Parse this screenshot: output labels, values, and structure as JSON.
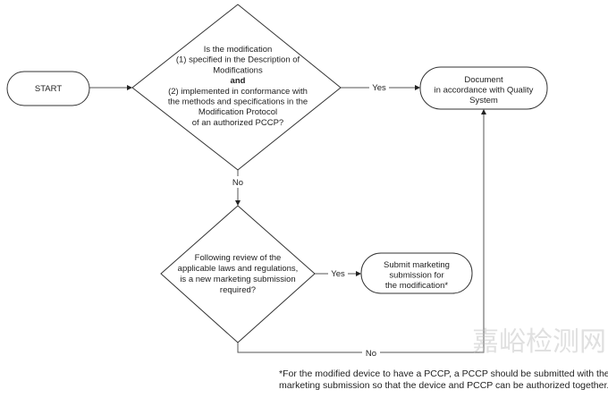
{
  "start": {
    "label": "START"
  },
  "decision1": {
    "lines": [
      "Is the modification",
      "(1) specified in the Description of",
      "Modifications",
      "and",
      "(2) implemented in conformance with",
      "the methods and specifications in the",
      "Modification Protocol",
      "of an authorized PCCP?"
    ]
  },
  "document": {
    "lines": [
      "Document",
      "in accordance with Quality",
      "System"
    ]
  },
  "decision2": {
    "lines": [
      "Following review of the",
      "applicable laws and regulations,",
      "is a new marketing submission",
      "required?"
    ]
  },
  "submit": {
    "lines": [
      "Submit marketing",
      "submission for",
      "the modification*"
    ]
  },
  "labels": {
    "yes1": "Yes",
    "no1": "No",
    "yes2": "Yes",
    "no2": "No"
  },
  "footnote": {
    "lines": [
      "*For the modified device to have a PCCP, a PCCP should be submitted with the",
      "marketing submission so that the device and PCCP can be authorized together."
    ]
  },
  "watermark": "嘉峪检测网"
}
